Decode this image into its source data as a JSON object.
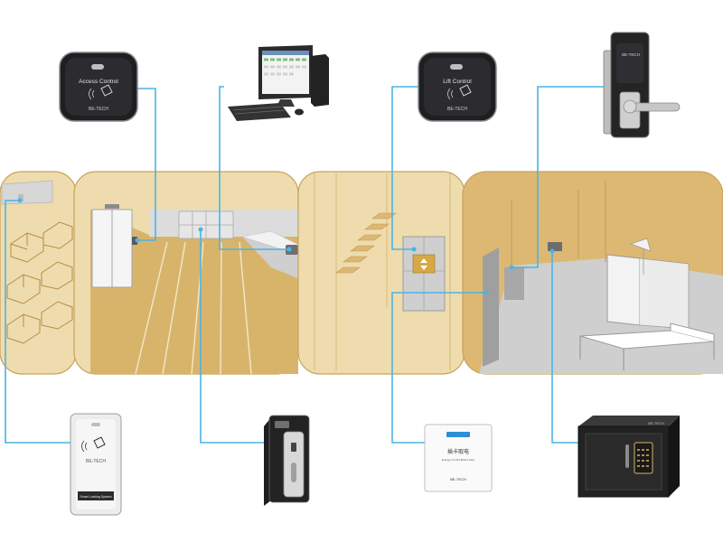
{
  "colors": {
    "panel_tan": "#dcb873",
    "panel_light": "#eedcae",
    "panel_outline": "#c9a25a",
    "wire": "#4ab4e6",
    "device_dark": "#1f1f22",
    "wall_gray": "#d4d4d4",
    "floor_dark": "#b9b9b9"
  },
  "devices": {
    "access_reader": {
      "title": "Access Control",
      "brand": "BE-TECH"
    },
    "computer": {},
    "lift_reader": {
      "title": "Lift Control",
      "brand": "BE-TECH"
    },
    "door_lock": {
      "brand": "BE-TECH"
    },
    "smart_lock": {
      "brand": "BE-TECH",
      "caption": "Smart Locking System"
    },
    "locker_lock": {},
    "energy_switch": {
      "title": "插卡取电",
      "subtitle": "Energy Control Board Card",
      "brand": "BE-TECH"
    },
    "safe": {
      "brand": "BE-TECH"
    }
  },
  "scenes": [
    "parking-area",
    "lobby-reception",
    "lift-hall",
    "guest-room"
  ]
}
